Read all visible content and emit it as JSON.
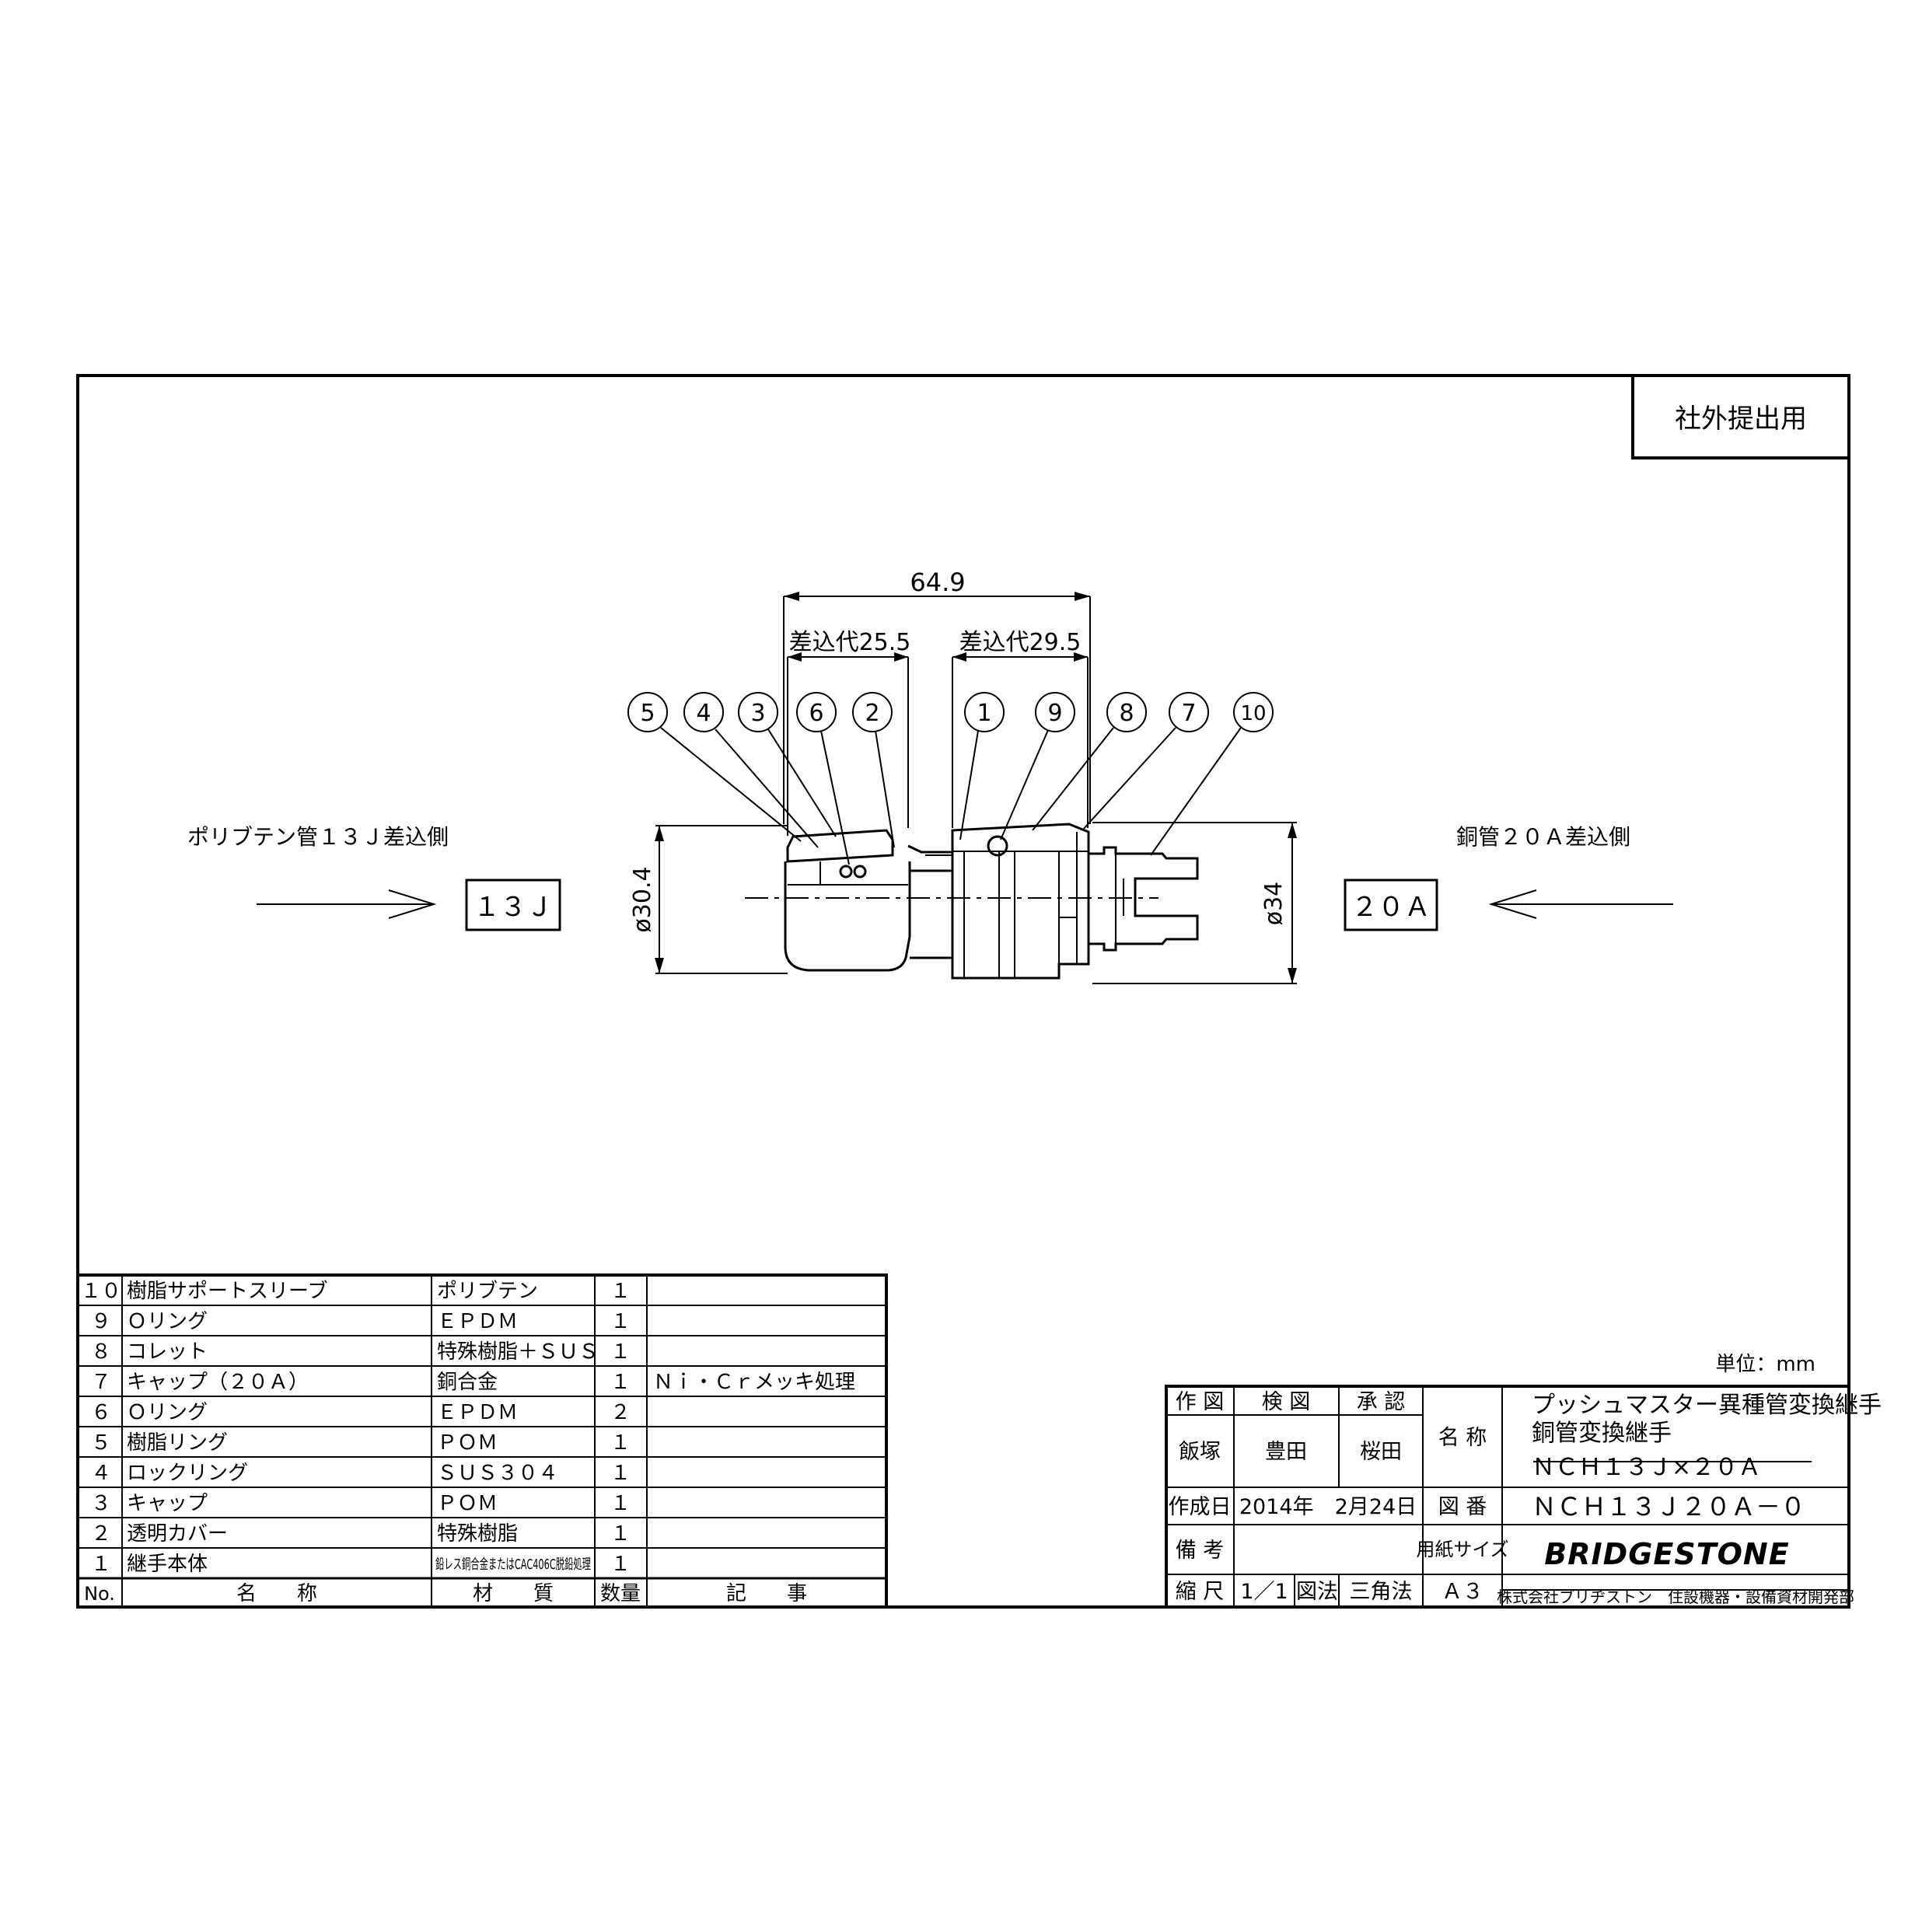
{
  "badge": "社外提出用",
  "dimensions": {
    "overall": "64.9",
    "insert_left": "差込代25.5",
    "insert_right": "差込代29.5",
    "dia_left": "ø30.4",
    "dia_right": "ø34"
  },
  "balloons": [
    "5",
    "4",
    "3",
    "6",
    "2",
    "1",
    "9",
    "8",
    "7",
    "10"
  ],
  "left_side": {
    "caption": "ポリブテン管１３Ｊ差込側",
    "box": "１３Ｊ"
  },
  "right_side": {
    "caption": "銅管２０Ａ差込側",
    "box": "２０Ａ"
  },
  "parts": {
    "headers": {
      "no": "No.",
      "name": "名　　称",
      "material": "材　　質",
      "qty": "数量",
      "remarks": "記　　事"
    },
    "rows": [
      {
        "no": "１０",
        "name": "樹脂サポートスリーブ",
        "material": "ポリブテン",
        "qty": "１",
        "remarks": ""
      },
      {
        "no": "９",
        "name": "Ｏリング",
        "material": "ＥＰＤＭ",
        "qty": "１",
        "remarks": ""
      },
      {
        "no": "８",
        "name": "コレット",
        "material": "特殊樹脂＋ＳＵＳ",
        "qty": "１",
        "remarks": ""
      },
      {
        "no": "７",
        "name": "キャップ（２０Ａ）",
        "material": "銅合金",
        "qty": "１",
        "remarks": "Ｎｉ・Ｃｒメッキ処理"
      },
      {
        "no": "６",
        "name": "Ｏリング",
        "material": "ＥＰＤＭ",
        "qty": "２",
        "remarks": ""
      },
      {
        "no": "５",
        "name": "樹脂リング",
        "material": "ＰＯＭ",
        "qty": "１",
        "remarks": ""
      },
      {
        "no": "４",
        "name": "ロックリング",
        "material": "ＳＵＳ３０４",
        "qty": "１",
        "remarks": ""
      },
      {
        "no": "３",
        "name": "キャップ",
        "material": "ＰＯＭ",
        "qty": "１",
        "remarks": ""
      },
      {
        "no": "２",
        "name": "透明カバー",
        "material": "特殊樹脂",
        "qty": "１",
        "remarks": ""
      },
      {
        "no": "１",
        "name": "継手本体",
        "material": "鉛レス銅合金またはCAC406C脱鉛処理",
        "qty": "１",
        "remarks": ""
      }
    ]
  },
  "title_block": {
    "unit": "単位：mm",
    "drawn_label": "作 図",
    "checked_label": "検 図",
    "approved_label": "承 認",
    "drawn_by": "飯塚",
    "checked_by": "豊田",
    "approved_by": "桜田",
    "name_label": "名 称",
    "name_line1": "プッシュマスター異種管変換継手",
    "name_line2": "銅管変換継手",
    "name_line3": "ＮＣＨ１３Ｊ×２０Ａ",
    "created_label": "作成日",
    "created_date": "2014年　2月24日",
    "drawing_no_label": "図 番",
    "drawing_no": "ＮＣＨ１３Ｊ２０Ａ－０",
    "remarks_label": "備 考",
    "paper_size_label": "用紙サイズ",
    "brand": "BRIDGESTONE",
    "scale_label": "縮 尺",
    "scale": "1／1",
    "projection_label": "図法",
    "projection": "三角法",
    "paper_size": "Ａ３",
    "company": "株式会社ブリヂストン　住設機器・設備資材開発部"
  }
}
